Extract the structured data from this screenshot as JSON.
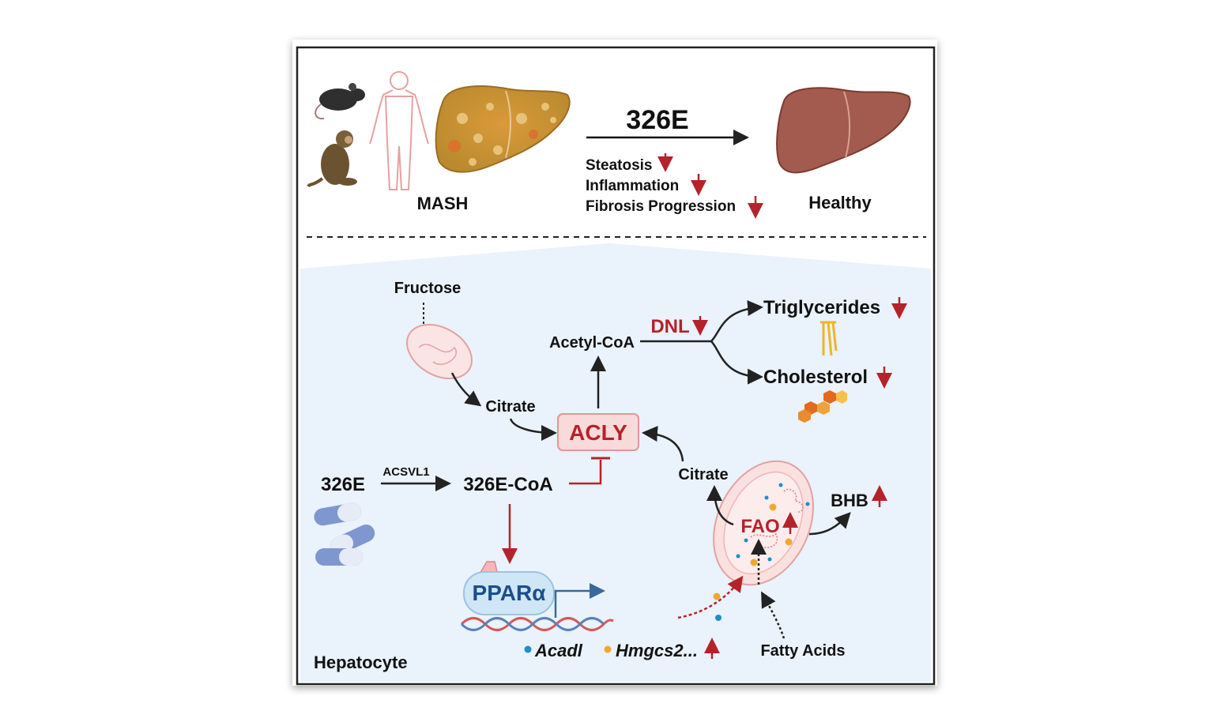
{
  "top": {
    "drug": "326E",
    "disease": "MASH",
    "outcome": "Healthy",
    "effects": [
      "Steatosis",
      "Inflammation",
      "Fibrosis Progression"
    ]
  },
  "bottom": {
    "fructose": "Fructose",
    "citrate_left": "Citrate",
    "acetyl_coa": "Acetyl-CoA",
    "dnl": "DNL",
    "triglycerides": "Triglycerides",
    "cholesterol": "Cholesterol",
    "acly": "ACLY",
    "drug": "326E",
    "acsvl1": "ACSVL1",
    "drug_coa": "326E-CoA",
    "ppara": "PPARα",
    "citrate_right": "Citrate",
    "fao": "FAO",
    "bhb": "BHB",
    "gene1": "Acadl",
    "gene2": "Hmgcs2...",
    "fatty_acids": "Fatty Acids",
    "cell": "Hepatocyte"
  },
  "colors": {
    "red": "#b5232a",
    "acly_fill": "#f8dada",
    "panel_bg": "#eaf2fb",
    "ppar_fill": "#cfe6f7",
    "ppar_text": "#1a4f8c"
  }
}
